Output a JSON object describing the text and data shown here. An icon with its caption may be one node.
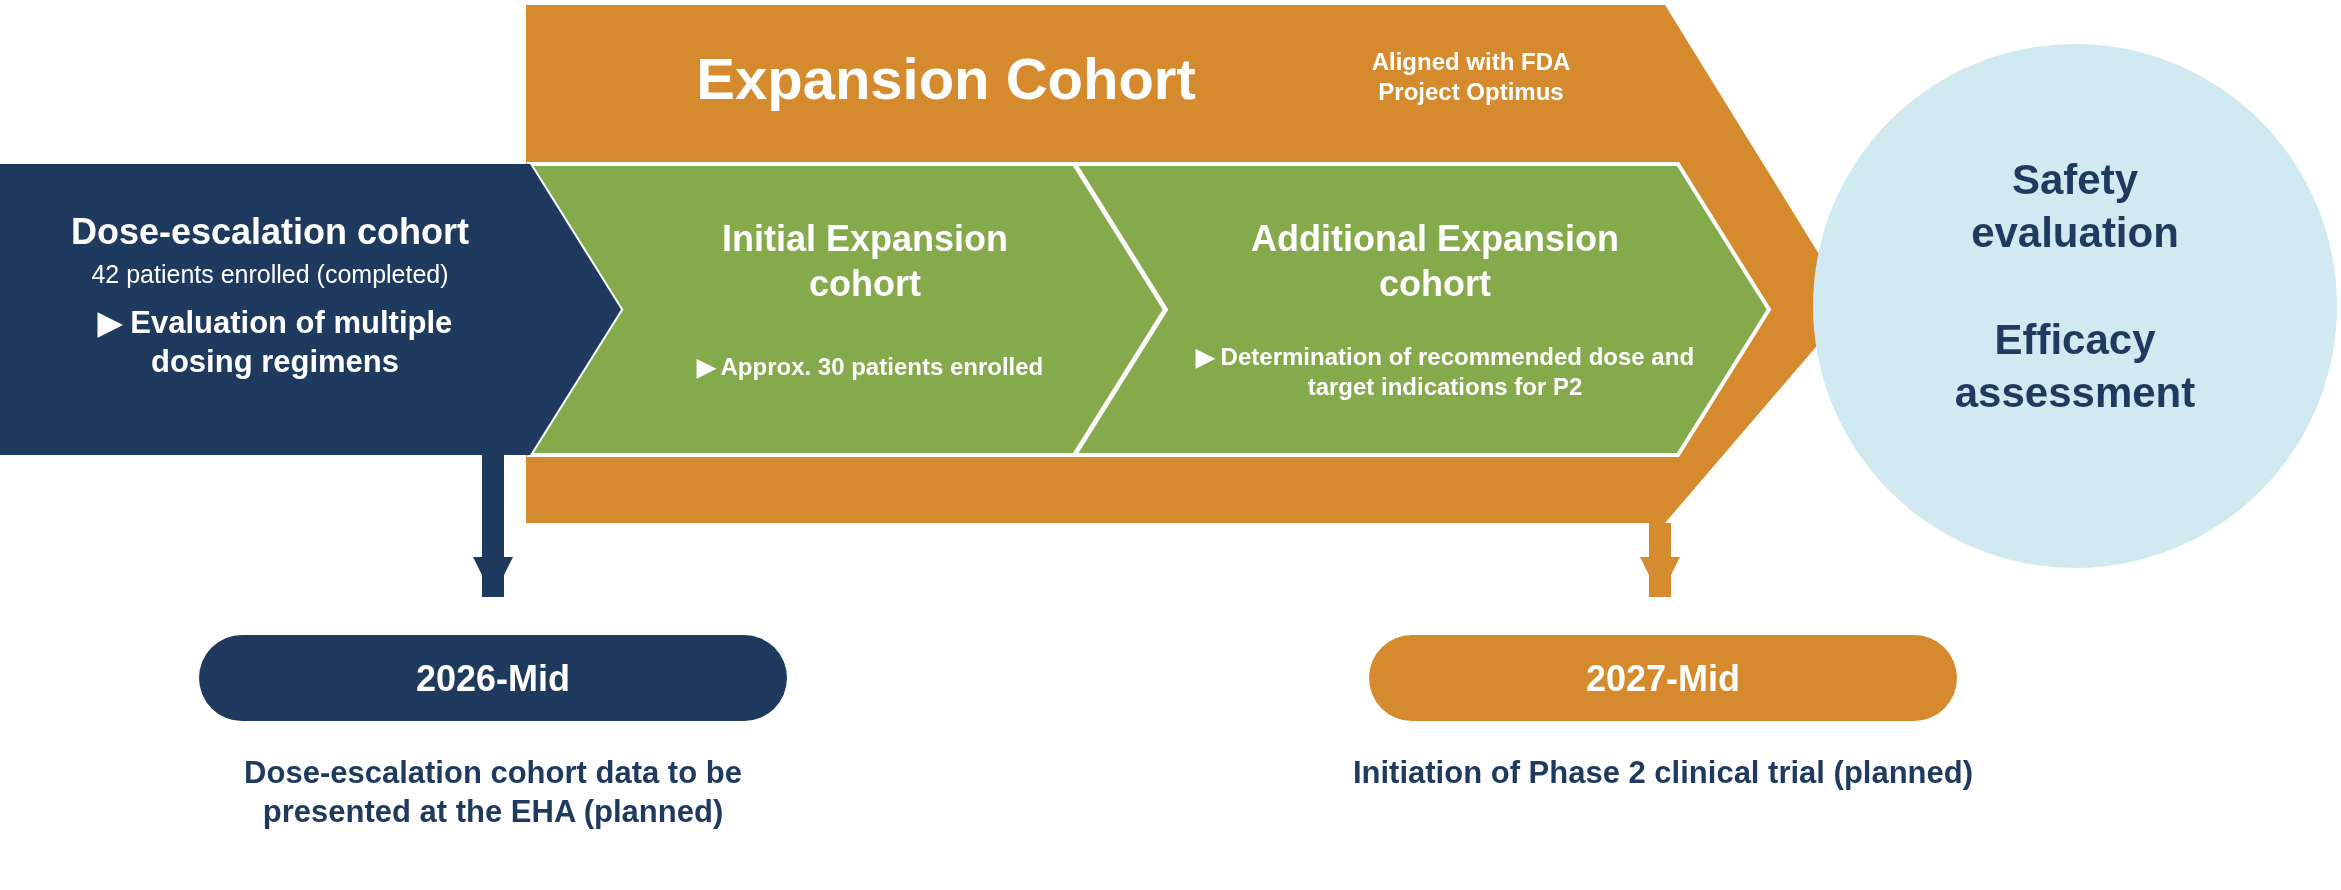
{
  "diagram": {
    "nodes": [
      {
        "text": [
          "Expansion Cohort",
          "Aligned with FDA Project Optimus"
        ]
      },
      {
        "text": [
          "Dose-escalation cohort",
          "42 patients enrolled (completed)",
          "▶ Evaluation of multiple dosing regimens"
        ]
      },
      {
        "text": [
          "Initial Expansion cohort",
          "▶ Approx. 30 patients enrolled"
        ],
        "in": 0
      },
      {
        "text": [
          "Additional Expansion cohort",
          "▶ Determination of recommended dose and target indications for P2"
        ],
        "in": 0
      },
      {
        "text": [
          "Safety evaluation",
          "Efficacy assessment"
        ]
      },
      {
        "text": [
          "2026-Mid"
        ],
        "beside": [
          "Dose-escalation cohort data to be presented at the EHA (planned)"
        ]
      },
      {
        "text": [
          "2027-Mid"
        ],
        "beside": [
          "Initiation of Phase 2 clinical trial (planned)"
        ]
      }
    ],
    "edges": [
      {
        "from": 1,
        "to": 5,
        "arrow": "to",
        "color": "#1f3a5f"
      },
      {
        "from": 0,
        "to": 6,
        "arrow": "to",
        "color": "#d68a2e"
      }
    ]
  }
}
